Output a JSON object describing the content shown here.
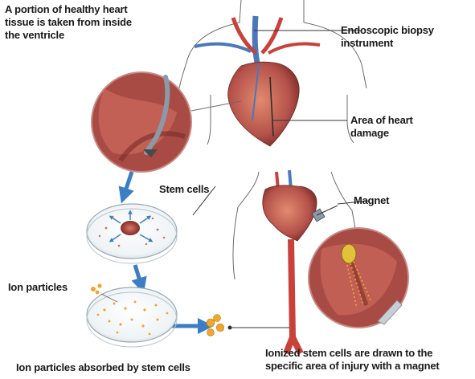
{
  "labels": {
    "biopsy_text": "A portion of healthy heart\ntissue is taken from inside\nthe ventricle",
    "instrument": "Endoscopic biopsy\ninstrument",
    "damage": "Area of heart\ndamage",
    "stem_cells": "Stem cells",
    "magnet": "Magnet",
    "ion_particles": "Ion particles",
    "absorbed": "Ion particles absorbed by stem cells",
    "ionized": "Ionized stem cells are drawn to the\nspecific area of injury with a magnet"
  },
  "colors": {
    "arrow": "#3b7ec4",
    "artery": "#c8413a",
    "vein": "#4a78b8",
    "tissue": "#b4524a",
    "ion": "#f1a52c",
    "outline": "#555555"
  }
}
